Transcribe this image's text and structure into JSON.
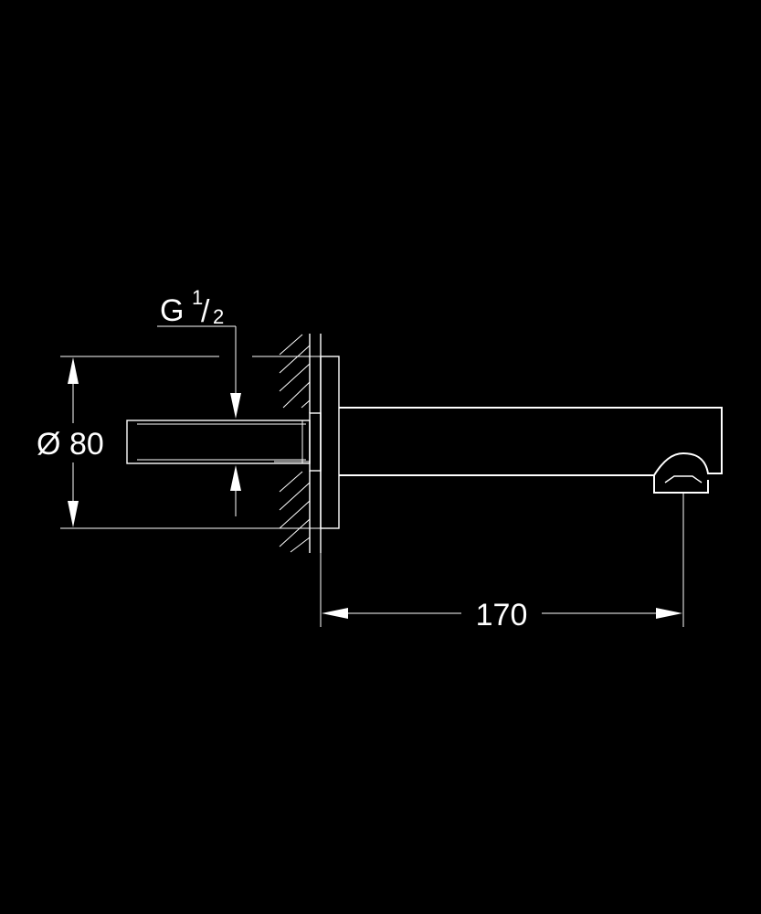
{
  "drawing": {
    "background": "#000000",
    "line_color": "#ffffff",
    "thread": {
      "letter": "G",
      "numerator": "1",
      "slash": "/",
      "denominator": "2"
    },
    "rosette_diameter": {
      "symbol": "Ø",
      "value": "80"
    },
    "projection": {
      "value": "170"
    }
  }
}
